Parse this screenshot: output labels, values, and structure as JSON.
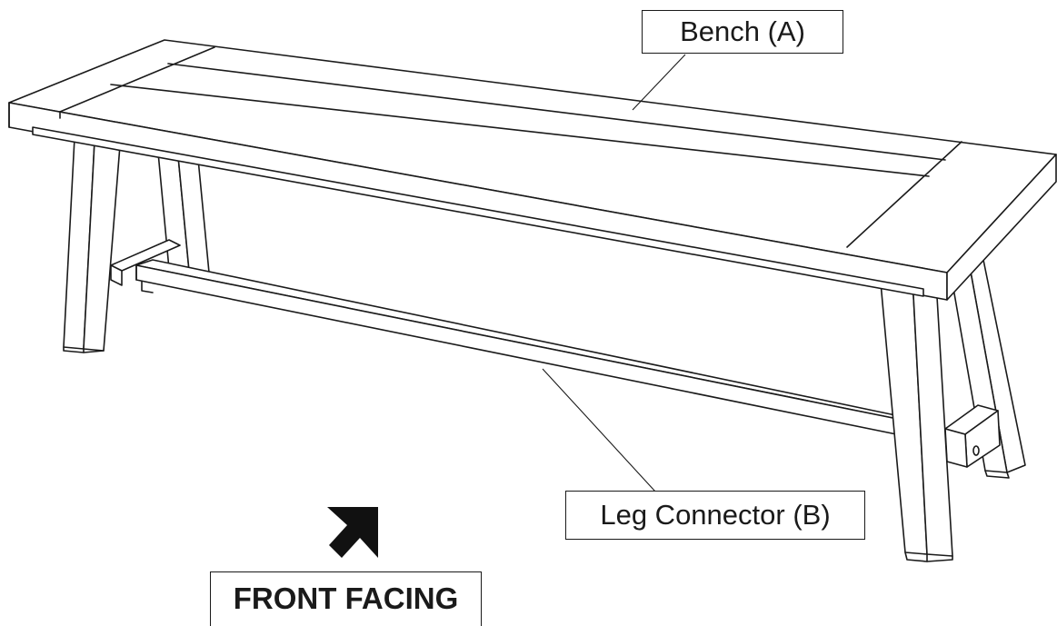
{
  "labels": {
    "bench": "Bench (A)",
    "leg_connector": "Leg Connector (B)",
    "front_facing": "FRONT FACING"
  }
}
